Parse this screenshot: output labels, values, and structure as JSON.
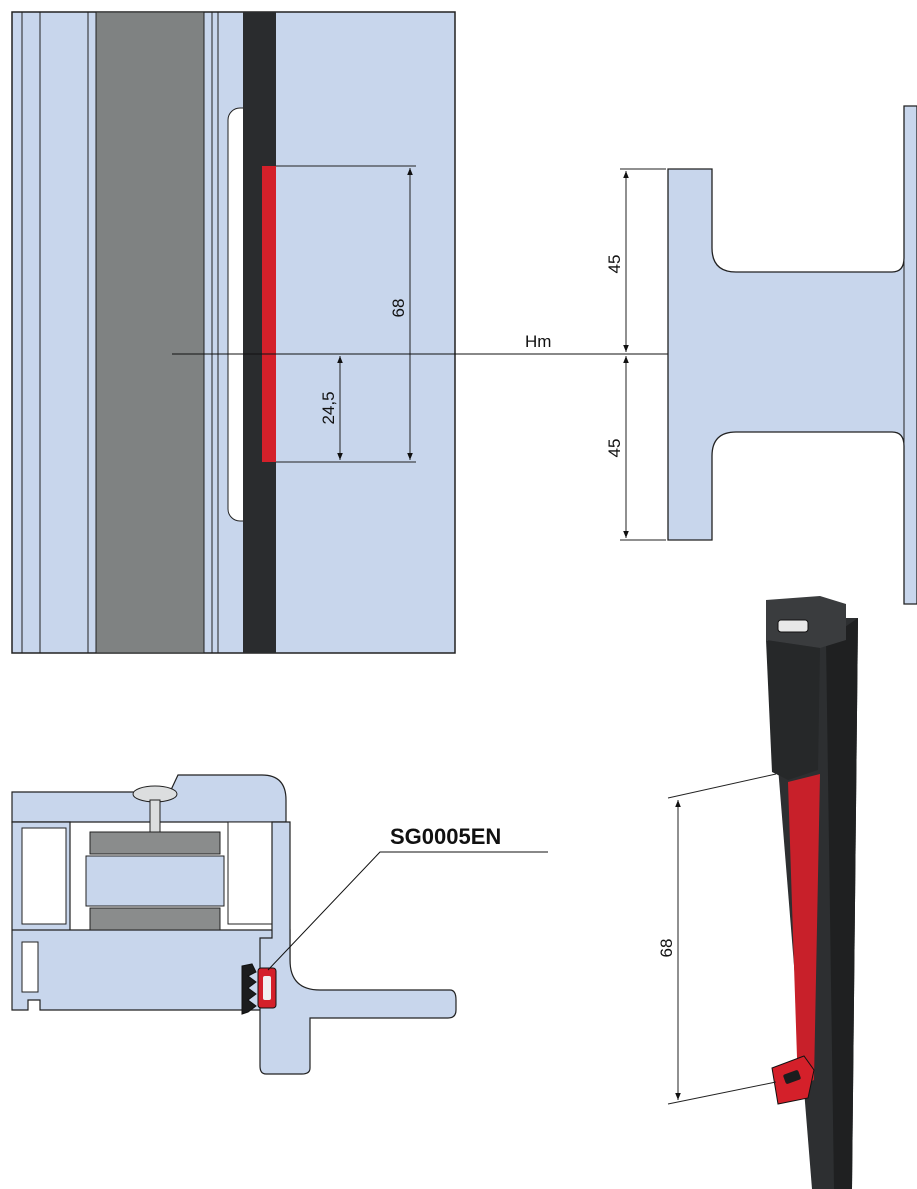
{
  "dimensions": {
    "front_view_seal_length": "68",
    "front_view_offset": "24,5",
    "upper_half": "45",
    "lower_half": "45",
    "reference_line": "Hm",
    "seal_3d_length": "68"
  },
  "callout": {
    "product_code": "SG0005EN"
  },
  "colors": {
    "profile_fill": "#c8d6ec",
    "gasket_black": "#2a2c2e",
    "seal_red": "#d4202a",
    "glass_grey": "#7f8282"
  }
}
